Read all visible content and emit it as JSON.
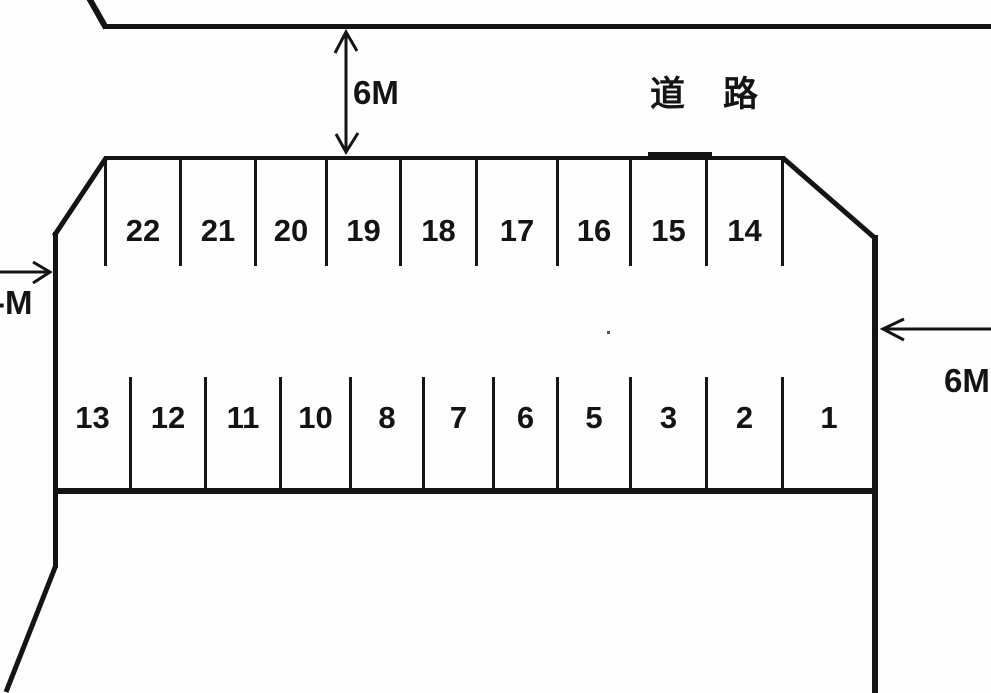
{
  "page": {
    "type": "scanned parking lot site-plan diagram",
    "background_color": "#fefefe",
    "line_color": "#141414"
  },
  "labels": {
    "road": "道路",
    "top_clearance": "6M",
    "right_clearance": "6M",
    "left_clearance": "-M"
  },
  "stalls": {
    "top_row": [
      "22",
      "21",
      "20",
      "19",
      "18",
      "17",
      "16",
      "15",
      "14"
    ],
    "bottom_row": [
      "13",
      "12",
      "11",
      "10",
      "8",
      "7",
      "6",
      "5",
      "3",
      "2",
      "1"
    ]
  }
}
